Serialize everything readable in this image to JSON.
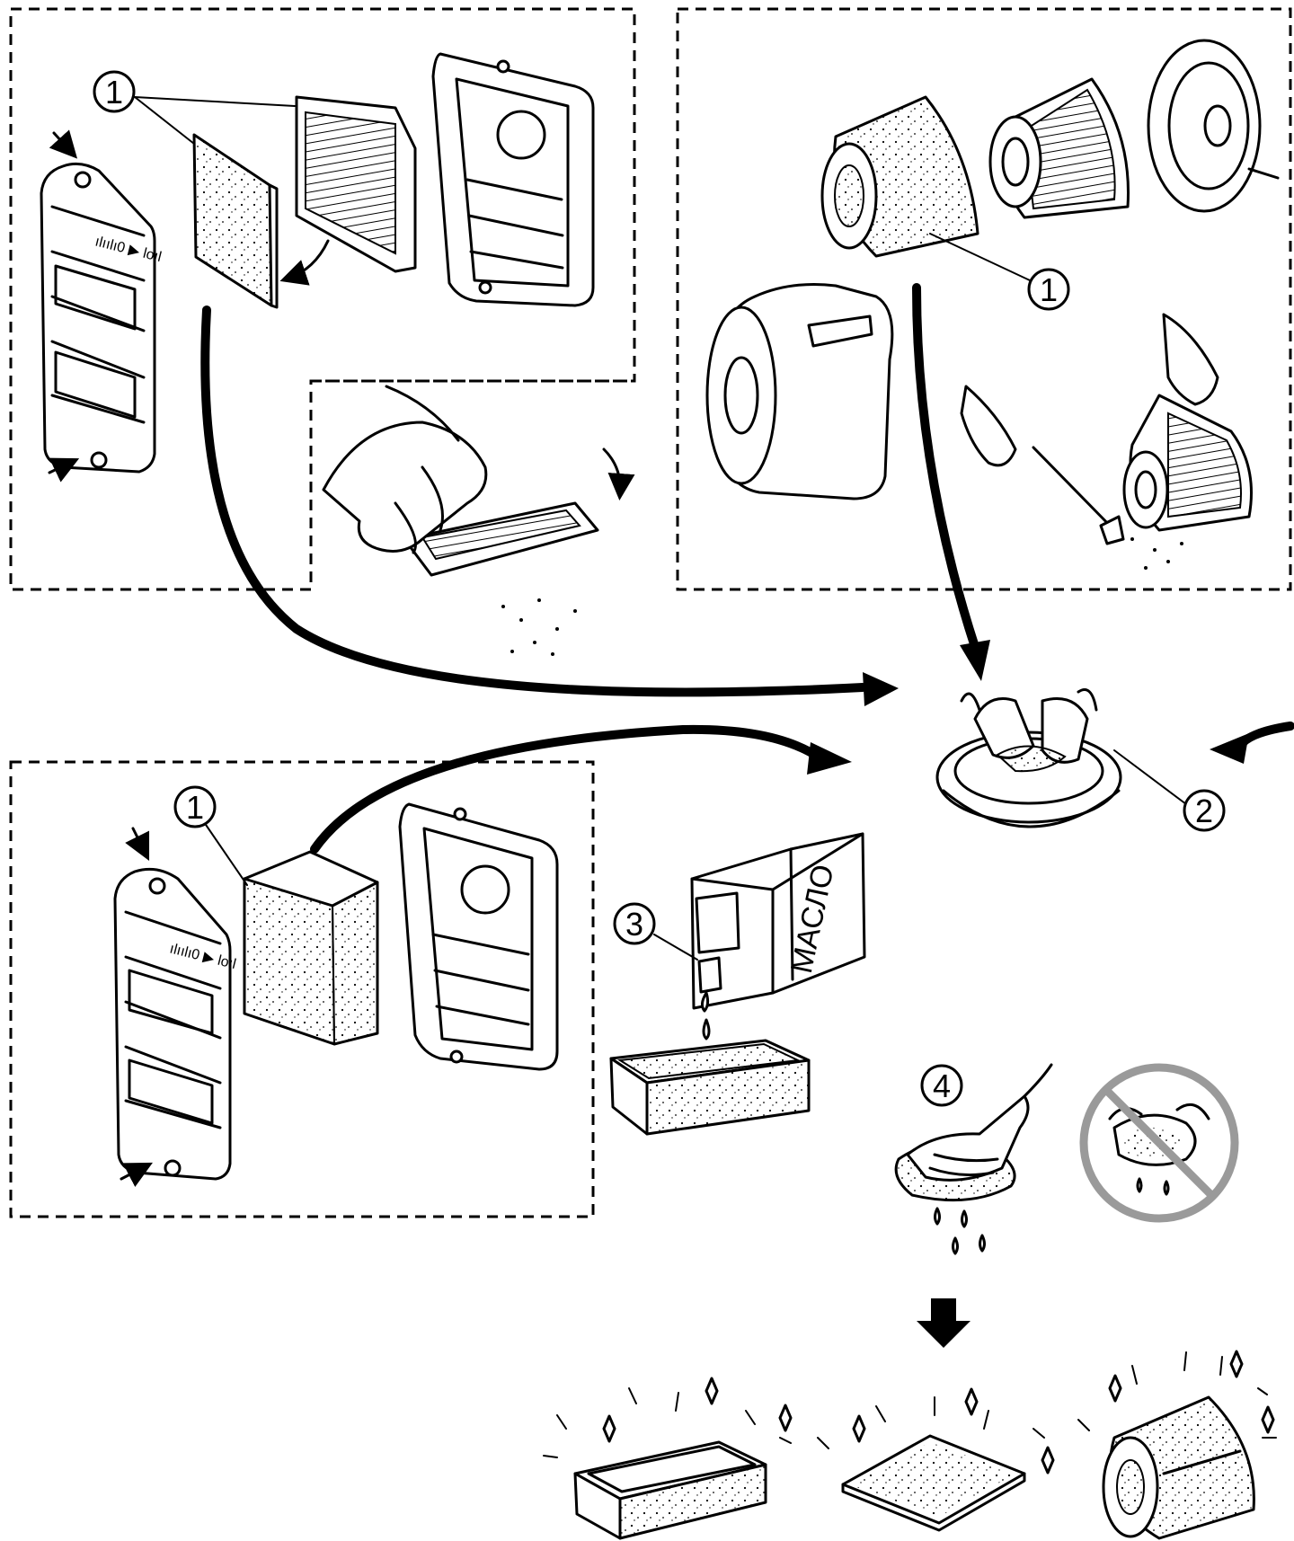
{
  "callouts": {
    "c1_top_left": "1",
    "c1_top_right": "1",
    "c1_bottom_left": "1",
    "c2": "2",
    "c3": "3",
    "c4": "4"
  },
  "oil_label": "МАСЛО",
  "colors": {
    "line": "#000000",
    "background": "#ffffff",
    "prohibit_sign": "#9a9a9a"
  }
}
